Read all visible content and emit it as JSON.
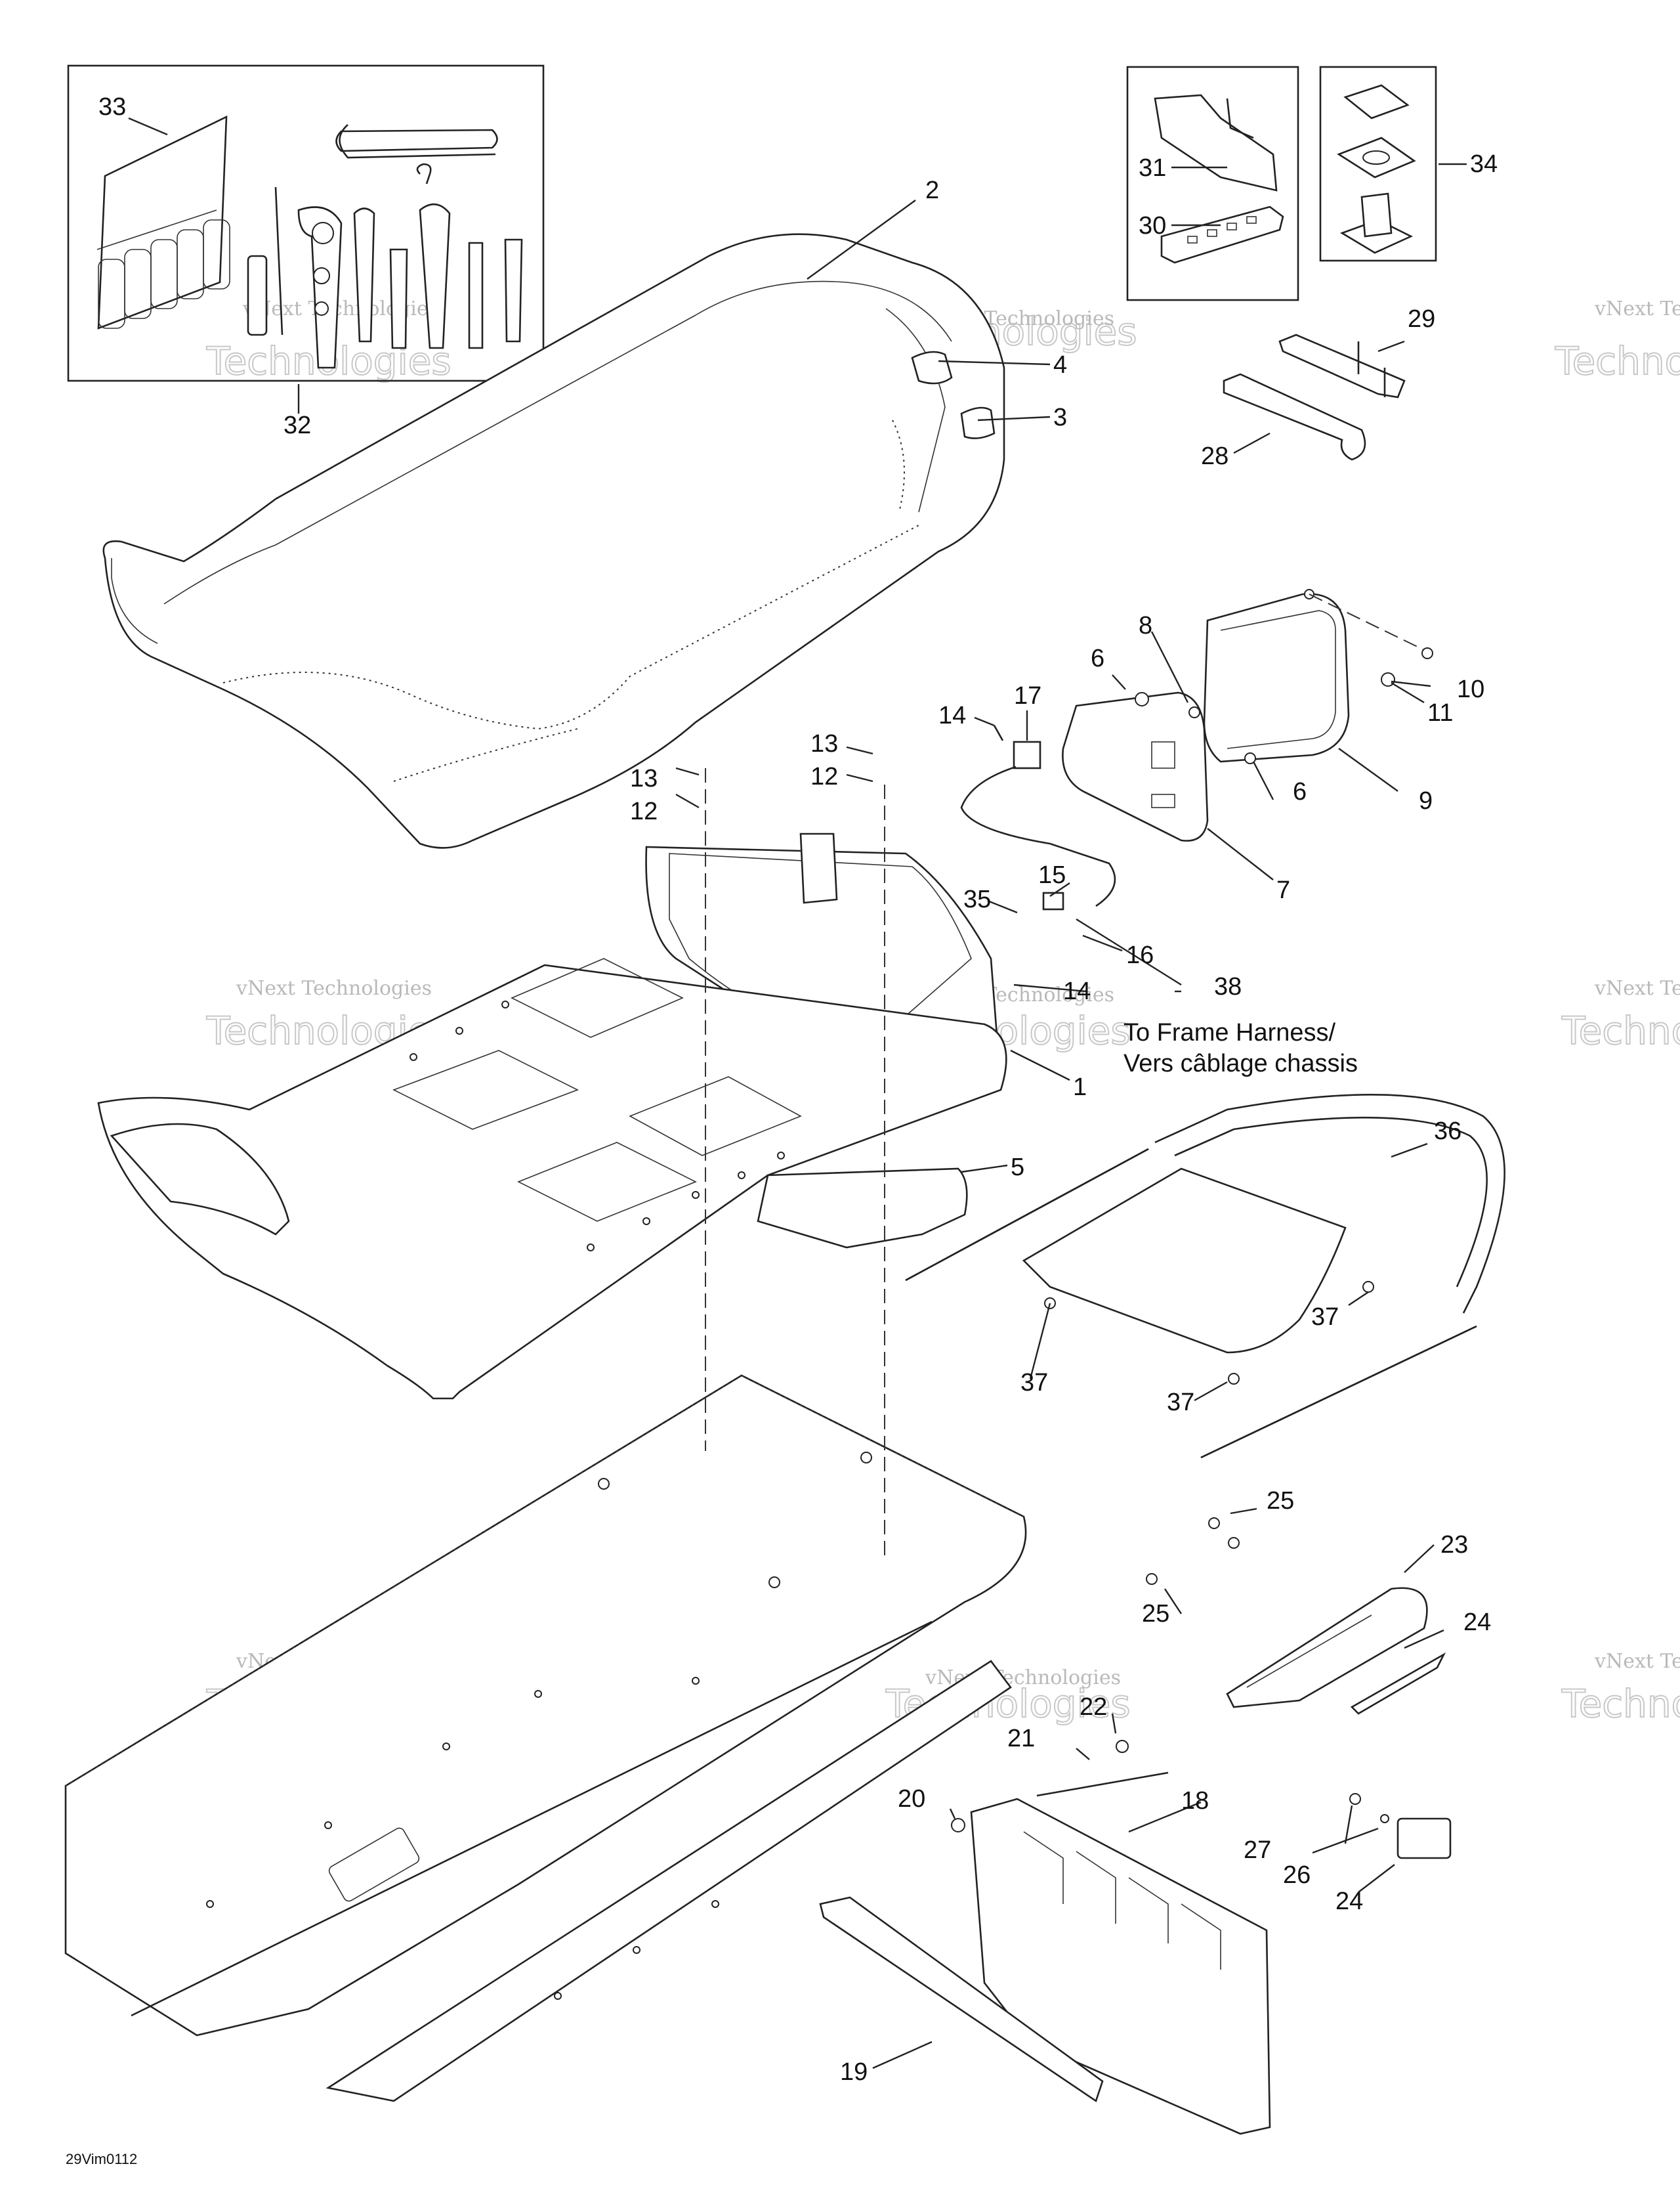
{
  "diagram": {
    "drawing_code": "29Vim0112",
    "callouts": [
      {
        "id": "c33",
        "text": "33"
      },
      {
        "id": "c32",
        "text": "32"
      },
      {
        "id": "c2",
        "text": "2"
      },
      {
        "id": "c4",
        "text": "4"
      },
      {
        "id": "c3",
        "text": "3"
      },
      {
        "id": "c31",
        "text": "31"
      },
      {
        "id": "c30",
        "text": "30"
      },
      {
        "id": "c34",
        "text": "34"
      },
      {
        "id": "c29",
        "text": "29"
      },
      {
        "id": "c28",
        "text": "28"
      },
      {
        "id": "c8",
        "text": "8"
      },
      {
        "id": "c6a",
        "text": "6"
      },
      {
        "id": "c10",
        "text": "10"
      },
      {
        "id": "c11",
        "text": "11"
      },
      {
        "id": "c14a",
        "text": "14"
      },
      {
        "id": "c17",
        "text": "17"
      },
      {
        "id": "c6b",
        "text": "6"
      },
      {
        "id": "c9",
        "text": "9"
      },
      {
        "id": "c13a",
        "text": "13"
      },
      {
        "id": "c12a",
        "text": "12"
      },
      {
        "id": "c13b",
        "text": "13"
      },
      {
        "id": "c12b",
        "text": "12"
      },
      {
        "id": "c7",
        "text": "7"
      },
      {
        "id": "c15",
        "text": "15"
      },
      {
        "id": "c35",
        "text": "35"
      },
      {
        "id": "c16",
        "text": "16"
      },
      {
        "id": "c38",
        "text": "38"
      },
      {
        "id": "c14b",
        "text": "14"
      },
      {
        "id": "c1",
        "text": "1"
      },
      {
        "id": "c36",
        "text": "36"
      },
      {
        "id": "c5",
        "text": "5"
      },
      {
        "id": "c37a",
        "text": "37"
      },
      {
        "id": "c37b",
        "text": "37"
      },
      {
        "id": "c37c",
        "text": "37"
      },
      {
        "id": "c25a",
        "text": "25"
      },
      {
        "id": "c23",
        "text": "23"
      },
      {
        "id": "c25b",
        "text": "25"
      },
      {
        "id": "c24a",
        "text": "24"
      },
      {
        "id": "c22",
        "text": "22"
      },
      {
        "id": "c21",
        "text": "21"
      },
      {
        "id": "c18",
        "text": "18"
      },
      {
        "id": "c20",
        "text": "20"
      },
      {
        "id": "c27",
        "text": "27"
      },
      {
        "id": "c26",
        "text": "26"
      },
      {
        "id": "c24b",
        "text": "24"
      },
      {
        "id": "c19",
        "text": "19"
      }
    ],
    "harness_note": {
      "line1": "To Frame Harness/",
      "line2": "Vers câblage chassis"
    },
    "watermark": {
      "brand_small": "vNext Technologies",
      "brand_small_cut": "vNext Te",
      "brand_big": "Technologies",
      "brand_big_cut": "Technolo"
    }
  }
}
